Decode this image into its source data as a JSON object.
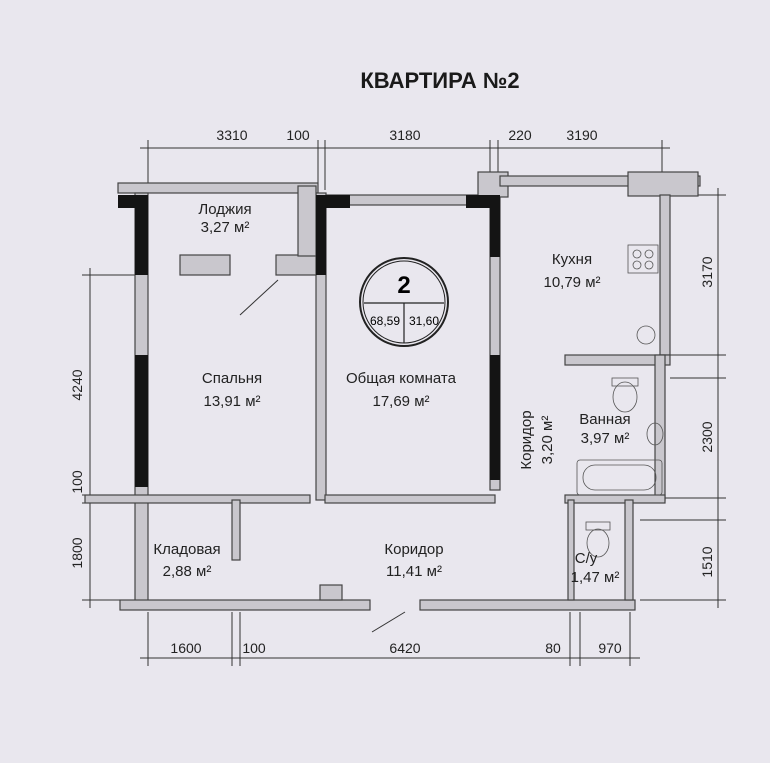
{
  "title": "КВАРТИРА №2",
  "badge": {
    "number": "2",
    "total_area": "68,59",
    "living_area": "31,60"
  },
  "rooms": [
    {
      "name": "Лоджия",
      "area": "3,27 м²"
    },
    {
      "name": "Кухня",
      "area": "10,79 м²"
    },
    {
      "name": "Спальня",
      "area": "13,91 м²"
    },
    {
      "name": "Общая комната",
      "area": "17,69 м²"
    },
    {
      "name": "Коридор",
      "area": "3,20 м²"
    },
    {
      "name": "Ванная",
      "area": "3,97 м²"
    },
    {
      "name": "Кладовая",
      "area": "2,88 м²"
    },
    {
      "name": "Коридор",
      "area": "11,41 м²"
    },
    {
      "name": "С/у",
      "area": "1,47 м²"
    }
  ],
  "dimensions": {
    "top": [
      "3310",
      "100",
      "3180",
      "220",
      "3190"
    ],
    "left": [
      "4240",
      "100",
      "1800"
    ],
    "right": [
      "3170",
      "2300",
      "1510"
    ],
    "bottom": [
      "1600",
      "100",
      "6420",
      "80",
      "970"
    ]
  }
}
